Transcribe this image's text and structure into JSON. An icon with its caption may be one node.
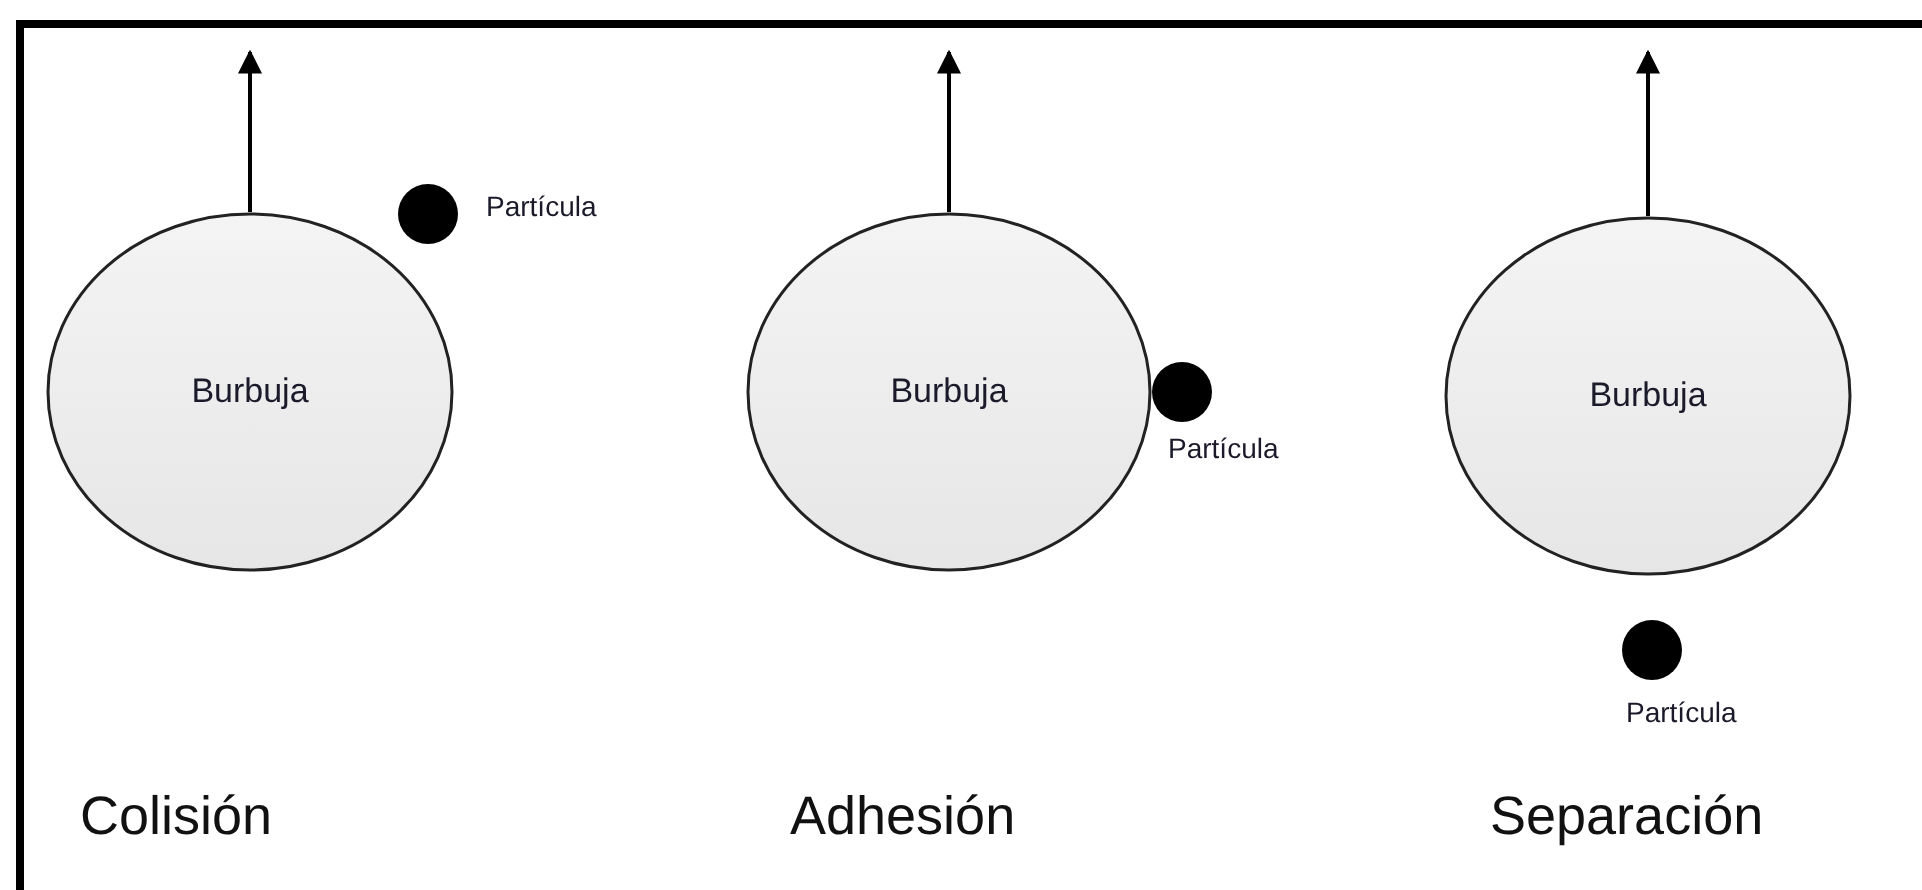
{
  "diagram": {
    "nodes": [
      {
        "text": [
          "Burbuja"
        ]
      },
      {
        "text": [],
        "shape": "circle",
        "beside": [
          "Partícula"
        ]
      },
      {
        "text": [
          "Burbuja"
        ]
      },
      {
        "text": [],
        "shape": "circle",
        "beside": [
          "Partícula"
        ]
      },
      {
        "text": [
          "Burbuja"
        ]
      },
      {
        "text": [],
        "shape": "circle",
        "beside": [
          "Partícula"
        ]
      }
    ],
    "edges": [
      {
        "from": 0,
        "to": null,
        "arrow": "to"
      },
      {
        "from": 2,
        "to": null,
        "arrow": "to"
      },
      {
        "from": 4,
        "to": null,
        "arrow": "to"
      }
    ],
    "labels": [
      "Colisión",
      "Adhesión",
      "Separación"
    ]
  }
}
